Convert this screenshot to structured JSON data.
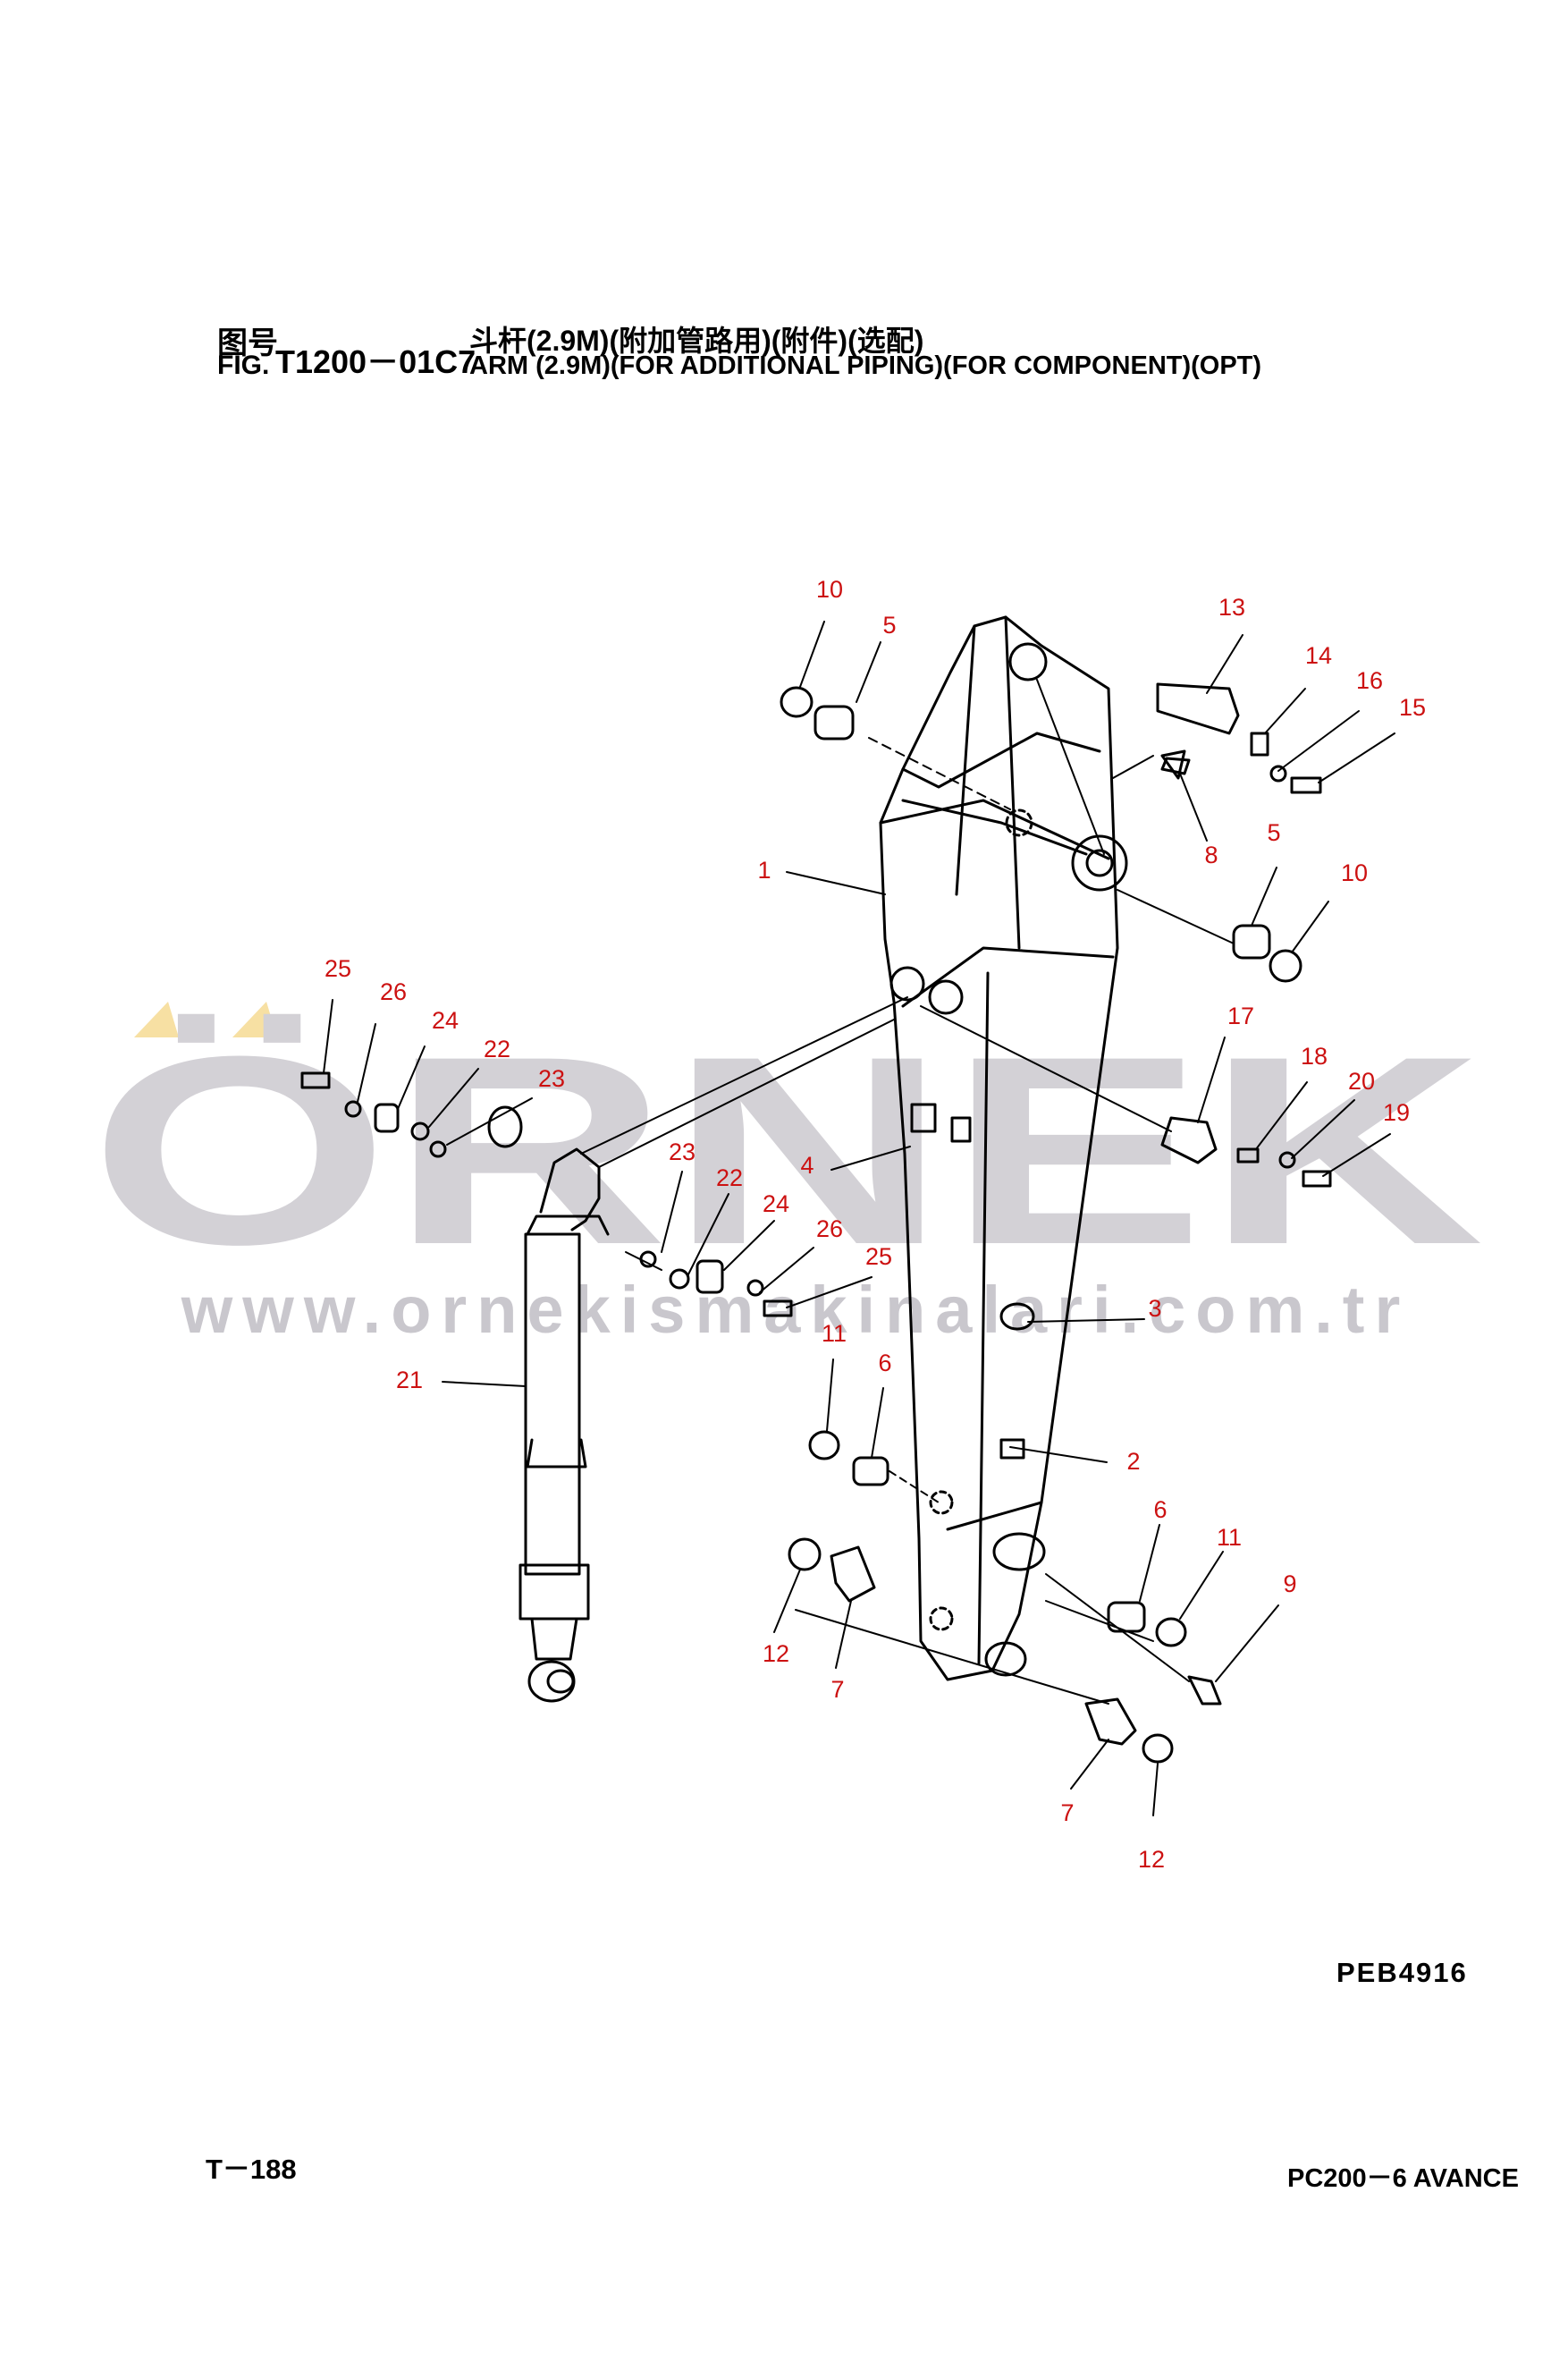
{
  "header": {
    "cn_label": "图号",
    "fig_label": "FIG.",
    "fig_code": "T1200－01C7",
    "title_cn": "斗杆(2.9M)(附加管路用)(附件)(选配)",
    "title_en": "ARM (2.9M)(FOR ADDITIONAL PIPING)(FOR COMPONENT)(OPT)"
  },
  "watermark": {
    "logo_text": "ÖRNEK",
    "url": "www.ornekismakinalari.com.tr",
    "text_color": "#d3d1d6",
    "dots_color": "#f7e0a3"
  },
  "callouts": [
    "10",
    "5",
    "13",
    "14",
    "16",
    "15",
    "8",
    "5",
    "10",
    "1",
    "17",
    "18",
    "20",
    "19",
    "25",
    "26",
    "24",
    "22",
    "23",
    "4",
    "23",
    "22",
    "24",
    "26",
    "25",
    "3",
    "21",
    "11",
    "6",
    "2",
    "6",
    "11",
    "9",
    "12",
    "7",
    "7",
    "12"
  ],
  "drawing_code": "PEB4916",
  "page_number": "T－188",
  "model": "PC200－6 AVANCE",
  "colors": {
    "callout": "#cc1111",
    "line": "#000000",
    "watermark": "#d3d1d6"
  }
}
